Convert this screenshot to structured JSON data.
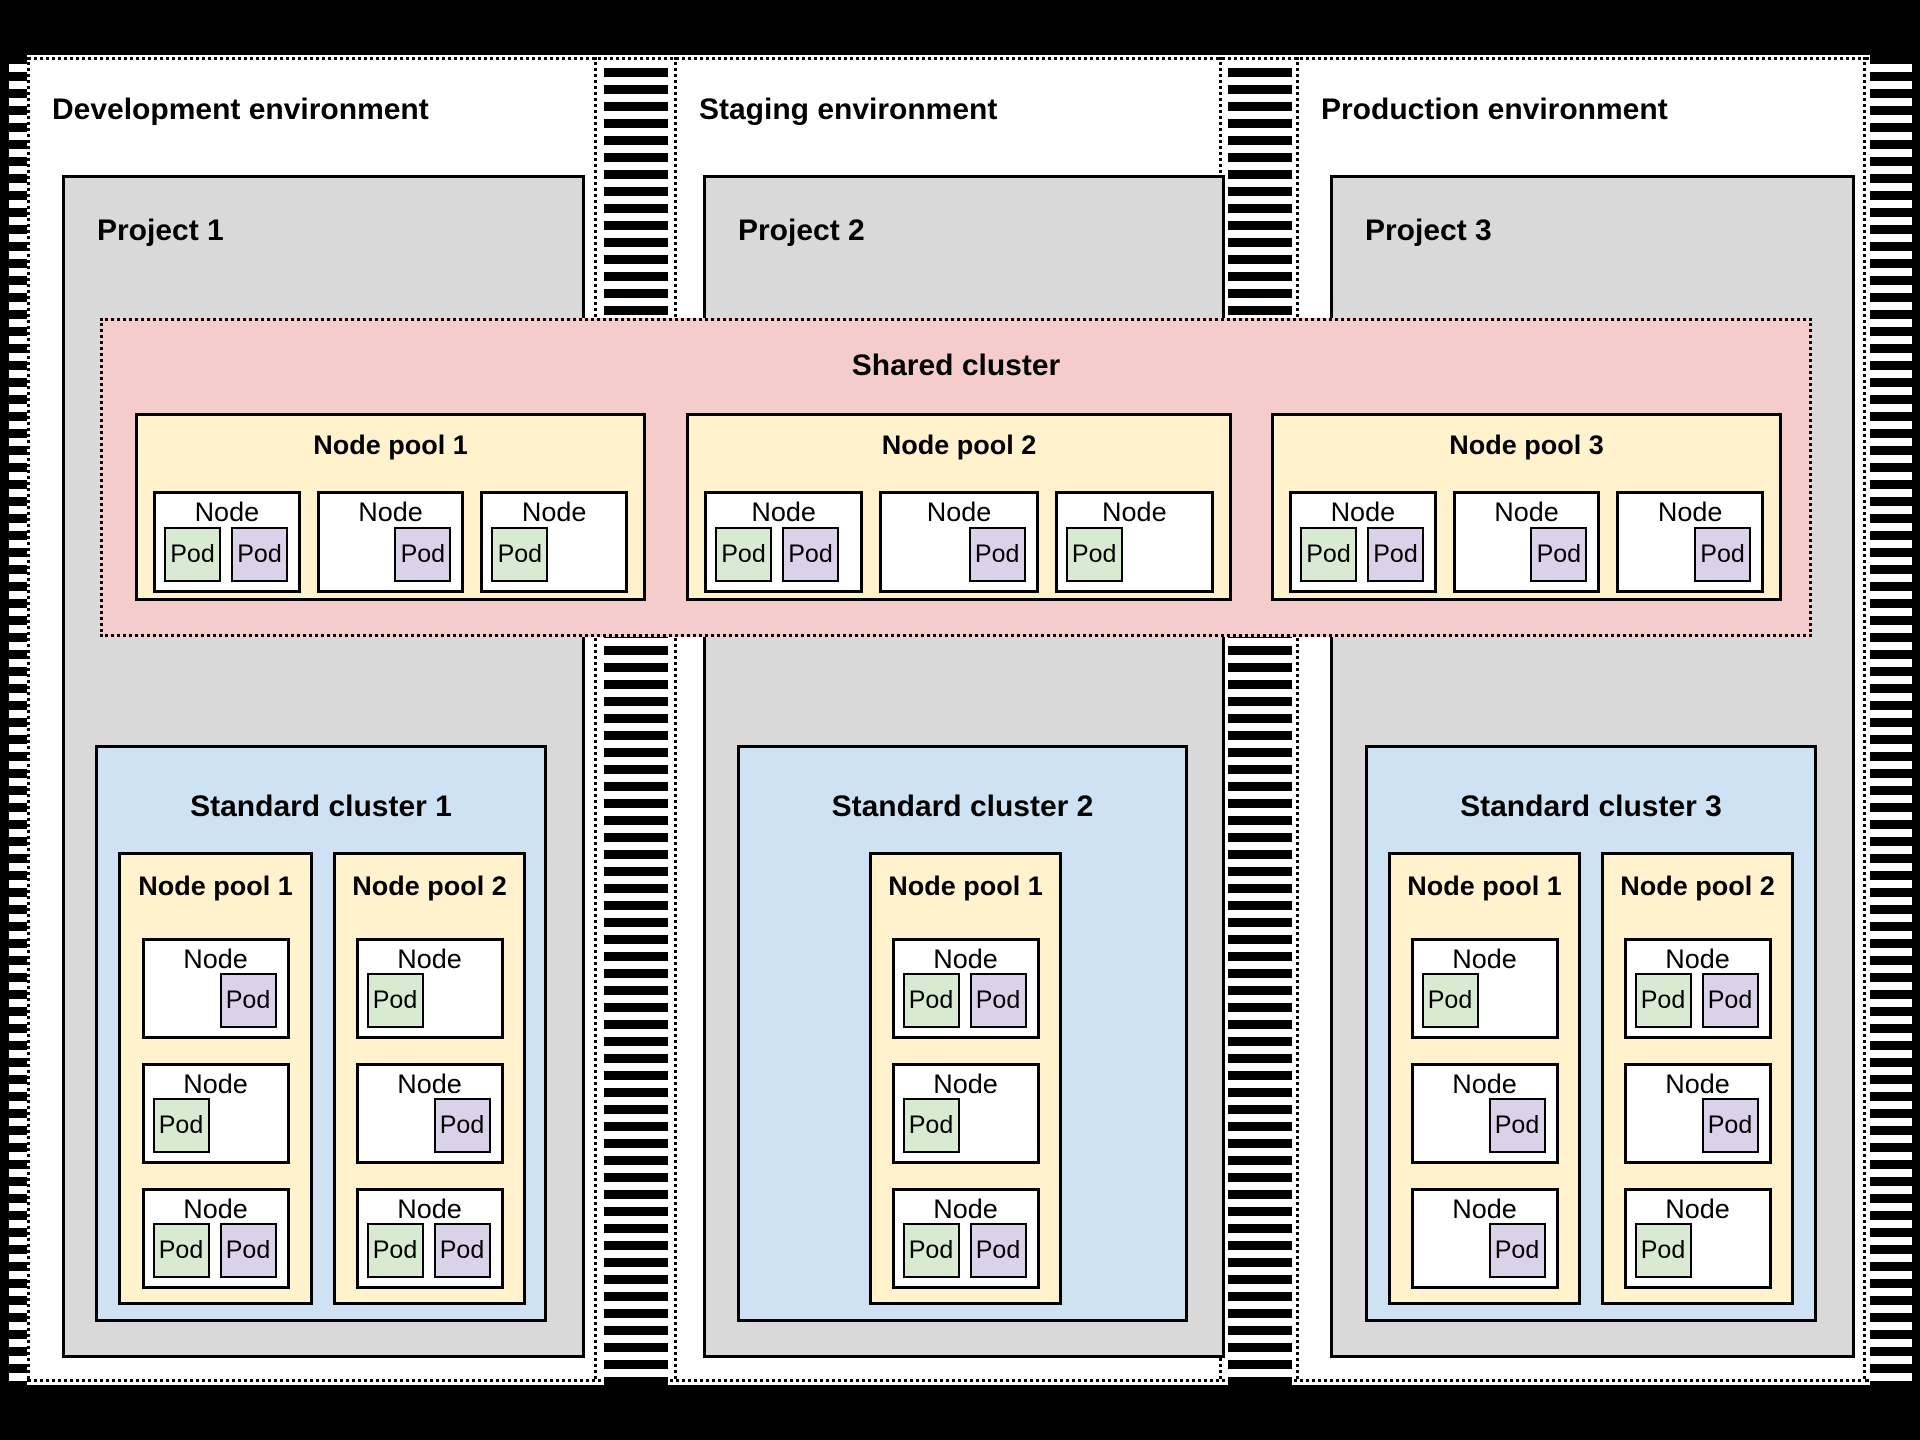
{
  "colors": {
    "frame_black": "#000000",
    "canvas_white": "#FFFFFF",
    "project_gray": "#D9D9D9",
    "shared_cluster_pink": "#F4CCCC",
    "node_pool_yellow": "#FFF2CC",
    "standard_cluster_blue": "#CFE2F3",
    "pod_green": "#D9EAD3",
    "pod_purple": "#D9D2E9",
    "border_black": "#000000"
  },
  "labels": {
    "node": "Node",
    "pod": "Pod"
  },
  "shared_cluster": {
    "title": "Shared cluster",
    "pools": [
      {
        "title": "Node pool 1",
        "nodes": [
          {
            "align": "left",
            "pods": [
              {
                "color": "green"
              },
              {
                "color": "purple"
              }
            ]
          },
          {
            "align": "right",
            "pods": [
              {
                "color": "purple"
              }
            ]
          },
          {
            "align": "left",
            "pods": [
              {
                "color": "green"
              }
            ]
          }
        ]
      },
      {
        "title": "Node pool 2",
        "nodes": [
          {
            "align": "left",
            "pods": [
              {
                "color": "green"
              },
              {
                "color": "purple"
              }
            ]
          },
          {
            "align": "right",
            "pods": [
              {
                "color": "purple"
              }
            ]
          },
          {
            "align": "left",
            "pods": [
              {
                "color": "green"
              }
            ]
          }
        ]
      },
      {
        "title": "Node pool 3",
        "nodes": [
          {
            "align": "left",
            "pods": [
              {
                "color": "green"
              },
              {
                "color": "purple"
              }
            ]
          },
          {
            "align": "right",
            "pods": [
              {
                "color": "purple"
              }
            ]
          },
          {
            "align": "right",
            "pods": [
              {
                "color": "purple"
              }
            ]
          }
        ]
      }
    ]
  },
  "environments": [
    {
      "title": "Development environment",
      "project": {
        "title": "Project 1"
      },
      "standard_cluster": {
        "title": "Standard cluster 1",
        "pools": [
          {
            "title": "Node pool 1",
            "nodes": [
              {
                "align": "right",
                "pods": [
                  {
                    "color": "purple"
                  }
                ]
              },
              {
                "align": "left",
                "pods": [
                  {
                    "color": "green"
                  }
                ]
              },
              {
                "align": "left",
                "pods": [
                  {
                    "color": "green"
                  },
                  {
                    "color": "purple"
                  }
                ]
              }
            ]
          },
          {
            "title": "Node pool 2",
            "nodes": [
              {
                "align": "left",
                "pods": [
                  {
                    "color": "green"
                  }
                ]
              },
              {
                "align": "right",
                "pods": [
                  {
                    "color": "purple"
                  }
                ]
              },
              {
                "align": "left",
                "pods": [
                  {
                    "color": "green"
                  },
                  {
                    "color": "purple"
                  }
                ]
              }
            ]
          }
        ]
      }
    },
    {
      "title": "Staging environment",
      "project": {
        "title": "Project 2"
      },
      "standard_cluster": {
        "title": "Standard cluster 2",
        "pools": [
          {
            "title": "Node pool 1",
            "nodes": [
              {
                "align": "left",
                "pods": [
                  {
                    "color": "green"
                  },
                  {
                    "color": "purple"
                  }
                ]
              },
              {
                "align": "left",
                "pods": [
                  {
                    "color": "green"
                  }
                ]
              },
              {
                "align": "left",
                "pods": [
                  {
                    "color": "green"
                  },
                  {
                    "color": "purple"
                  }
                ]
              }
            ]
          }
        ]
      }
    },
    {
      "title": "Production environment",
      "project": {
        "title": "Project 3"
      },
      "standard_cluster": {
        "title": "Standard cluster 3",
        "pools": [
          {
            "title": "Node pool 1",
            "nodes": [
              {
                "align": "left",
                "pods": [
                  {
                    "color": "green"
                  }
                ]
              },
              {
                "align": "right",
                "pods": [
                  {
                    "color": "purple"
                  }
                ]
              },
              {
                "align": "right",
                "pods": [
                  {
                    "color": "purple"
                  }
                ]
              }
            ]
          },
          {
            "title": "Node pool 2",
            "nodes": [
              {
                "align": "left",
                "pods": [
                  {
                    "color": "green"
                  },
                  {
                    "color": "purple"
                  }
                ]
              },
              {
                "align": "right",
                "pods": [
                  {
                    "color": "purple"
                  }
                ]
              },
              {
                "align": "left",
                "pods": [
                  {
                    "color": "green"
                  }
                ]
              }
            ]
          }
        ]
      }
    }
  ]
}
